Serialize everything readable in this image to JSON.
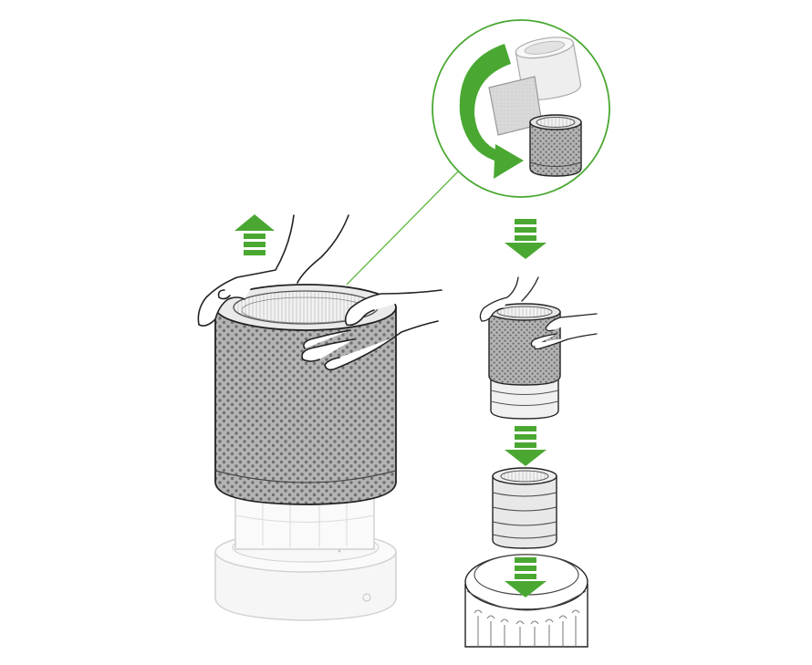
{
  "diagram": {
    "text_labels": [],
    "steps": [
      {
        "id": "lift-off",
        "arrow_direction": "up",
        "description_icon": "green-up-arrow-icon"
      },
      {
        "id": "replace",
        "arrow_direction": "circular",
        "description_icon": "green-cycle-arrow-icon"
      },
      {
        "id": "lower-new-filter",
        "arrow_direction": "down",
        "description_icon": "green-down-arrow-icon"
      },
      {
        "id": "stack-filter",
        "arrow_direction": "down",
        "description_icon": "green-down-arrow-icon"
      },
      {
        "id": "insert-into-base",
        "arrow_direction": "down",
        "description_icon": "green-down-arrow-icon"
      }
    ]
  },
  "colors": {
    "accent_green": "#4aa832",
    "outline": "#222222",
    "filter_grey": "#a9a9a9",
    "mesh_dot": "#6f6f6f",
    "faded_base": "#cfcfcf",
    "sheet_grey": "#d6d6d6"
  }
}
